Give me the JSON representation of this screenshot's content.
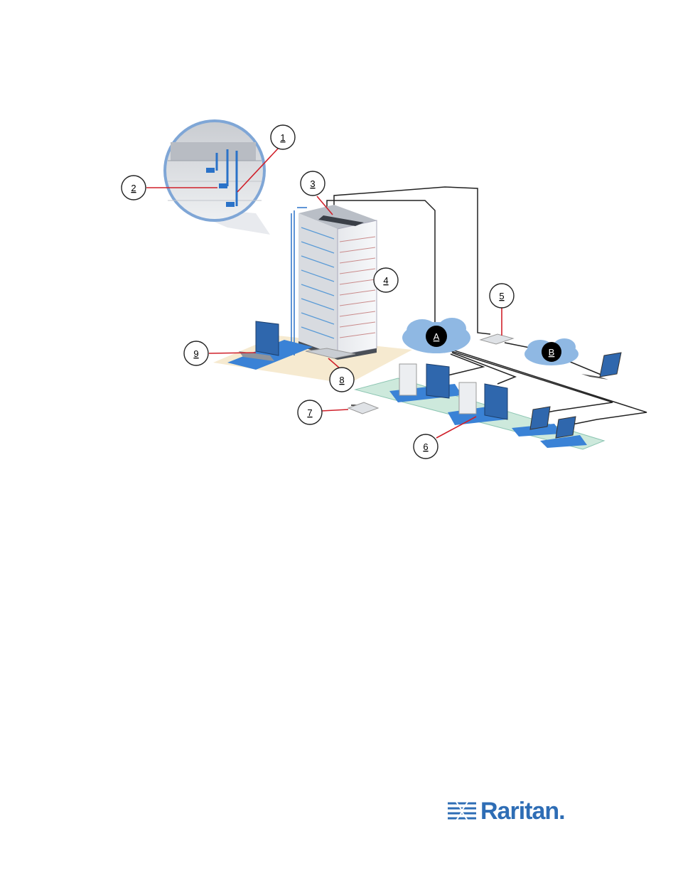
{
  "diagram": {
    "callouts": [
      {
        "id": "1",
        "label": "1"
      },
      {
        "id": "2",
        "label": "2"
      },
      {
        "id": "3",
        "label": "3"
      },
      {
        "id": "4",
        "label": "4"
      },
      {
        "id": "5",
        "label": "5"
      },
      {
        "id": "6",
        "label": "6"
      },
      {
        "id": "7",
        "label": "7"
      },
      {
        "id": "8",
        "label": "8"
      },
      {
        "id": "9",
        "label": "9"
      }
    ],
    "networks": [
      {
        "id": "A",
        "label": "A"
      },
      {
        "id": "B",
        "label": "B"
      }
    ]
  },
  "logo": {
    "text": "Raritan.",
    "color": "#2e6db5"
  },
  "colors": {
    "callout_line": "#d0202a",
    "cloud": "#8fb8e3",
    "zone_tan": "#f6ead0",
    "zone_green": "#cde9dc",
    "cable": "#222222"
  }
}
